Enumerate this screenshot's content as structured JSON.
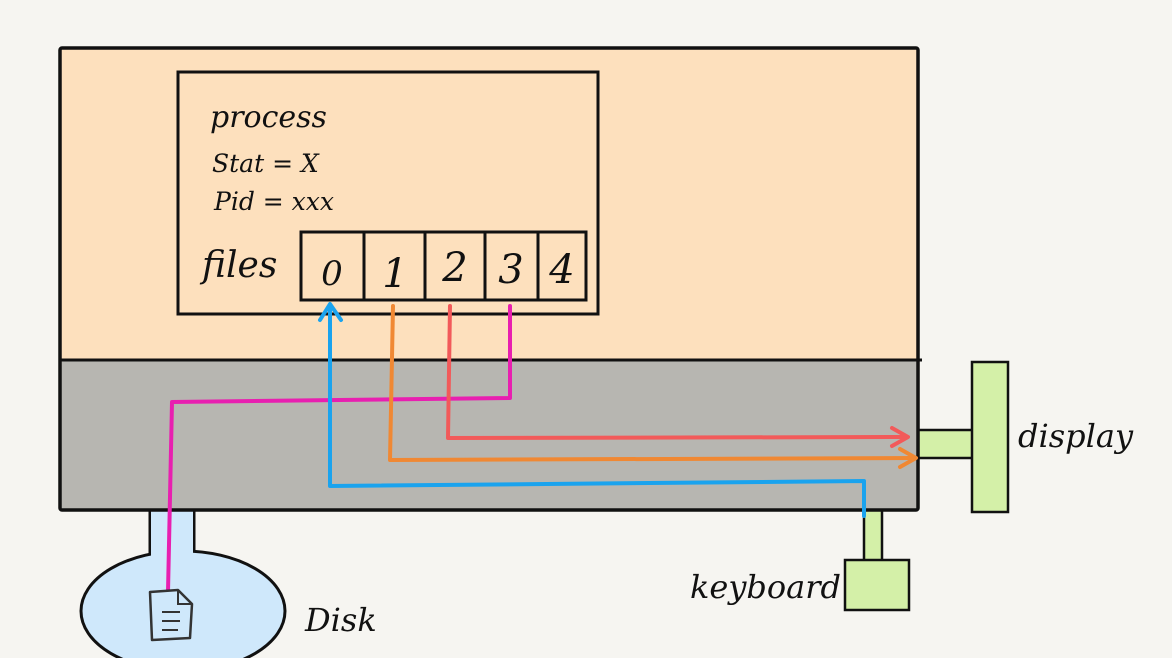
{
  "labels": {
    "process": "process",
    "stat": "Stat = X",
    "pid": "Pid = xxx",
    "files": "files",
    "display": "display",
    "keyboard": "keyboard",
    "disk": "Disk"
  },
  "file_slots": [
    "0",
    "1",
    "2",
    "3",
    "4"
  ],
  "colors": {
    "background": "#f6f5f1",
    "user_space": "#fde0bd",
    "kernel_space": "#b7b6b1",
    "device": "#d4f0a8",
    "disk": "#cfe8fb",
    "fd0_stdin": "#1aa3ee",
    "fd1_stdout": "#f08833",
    "fd2_stderr": "#f25a5a",
    "fd3_file": "#e81fb0"
  },
  "icons": {
    "file": "document-icon"
  }
}
